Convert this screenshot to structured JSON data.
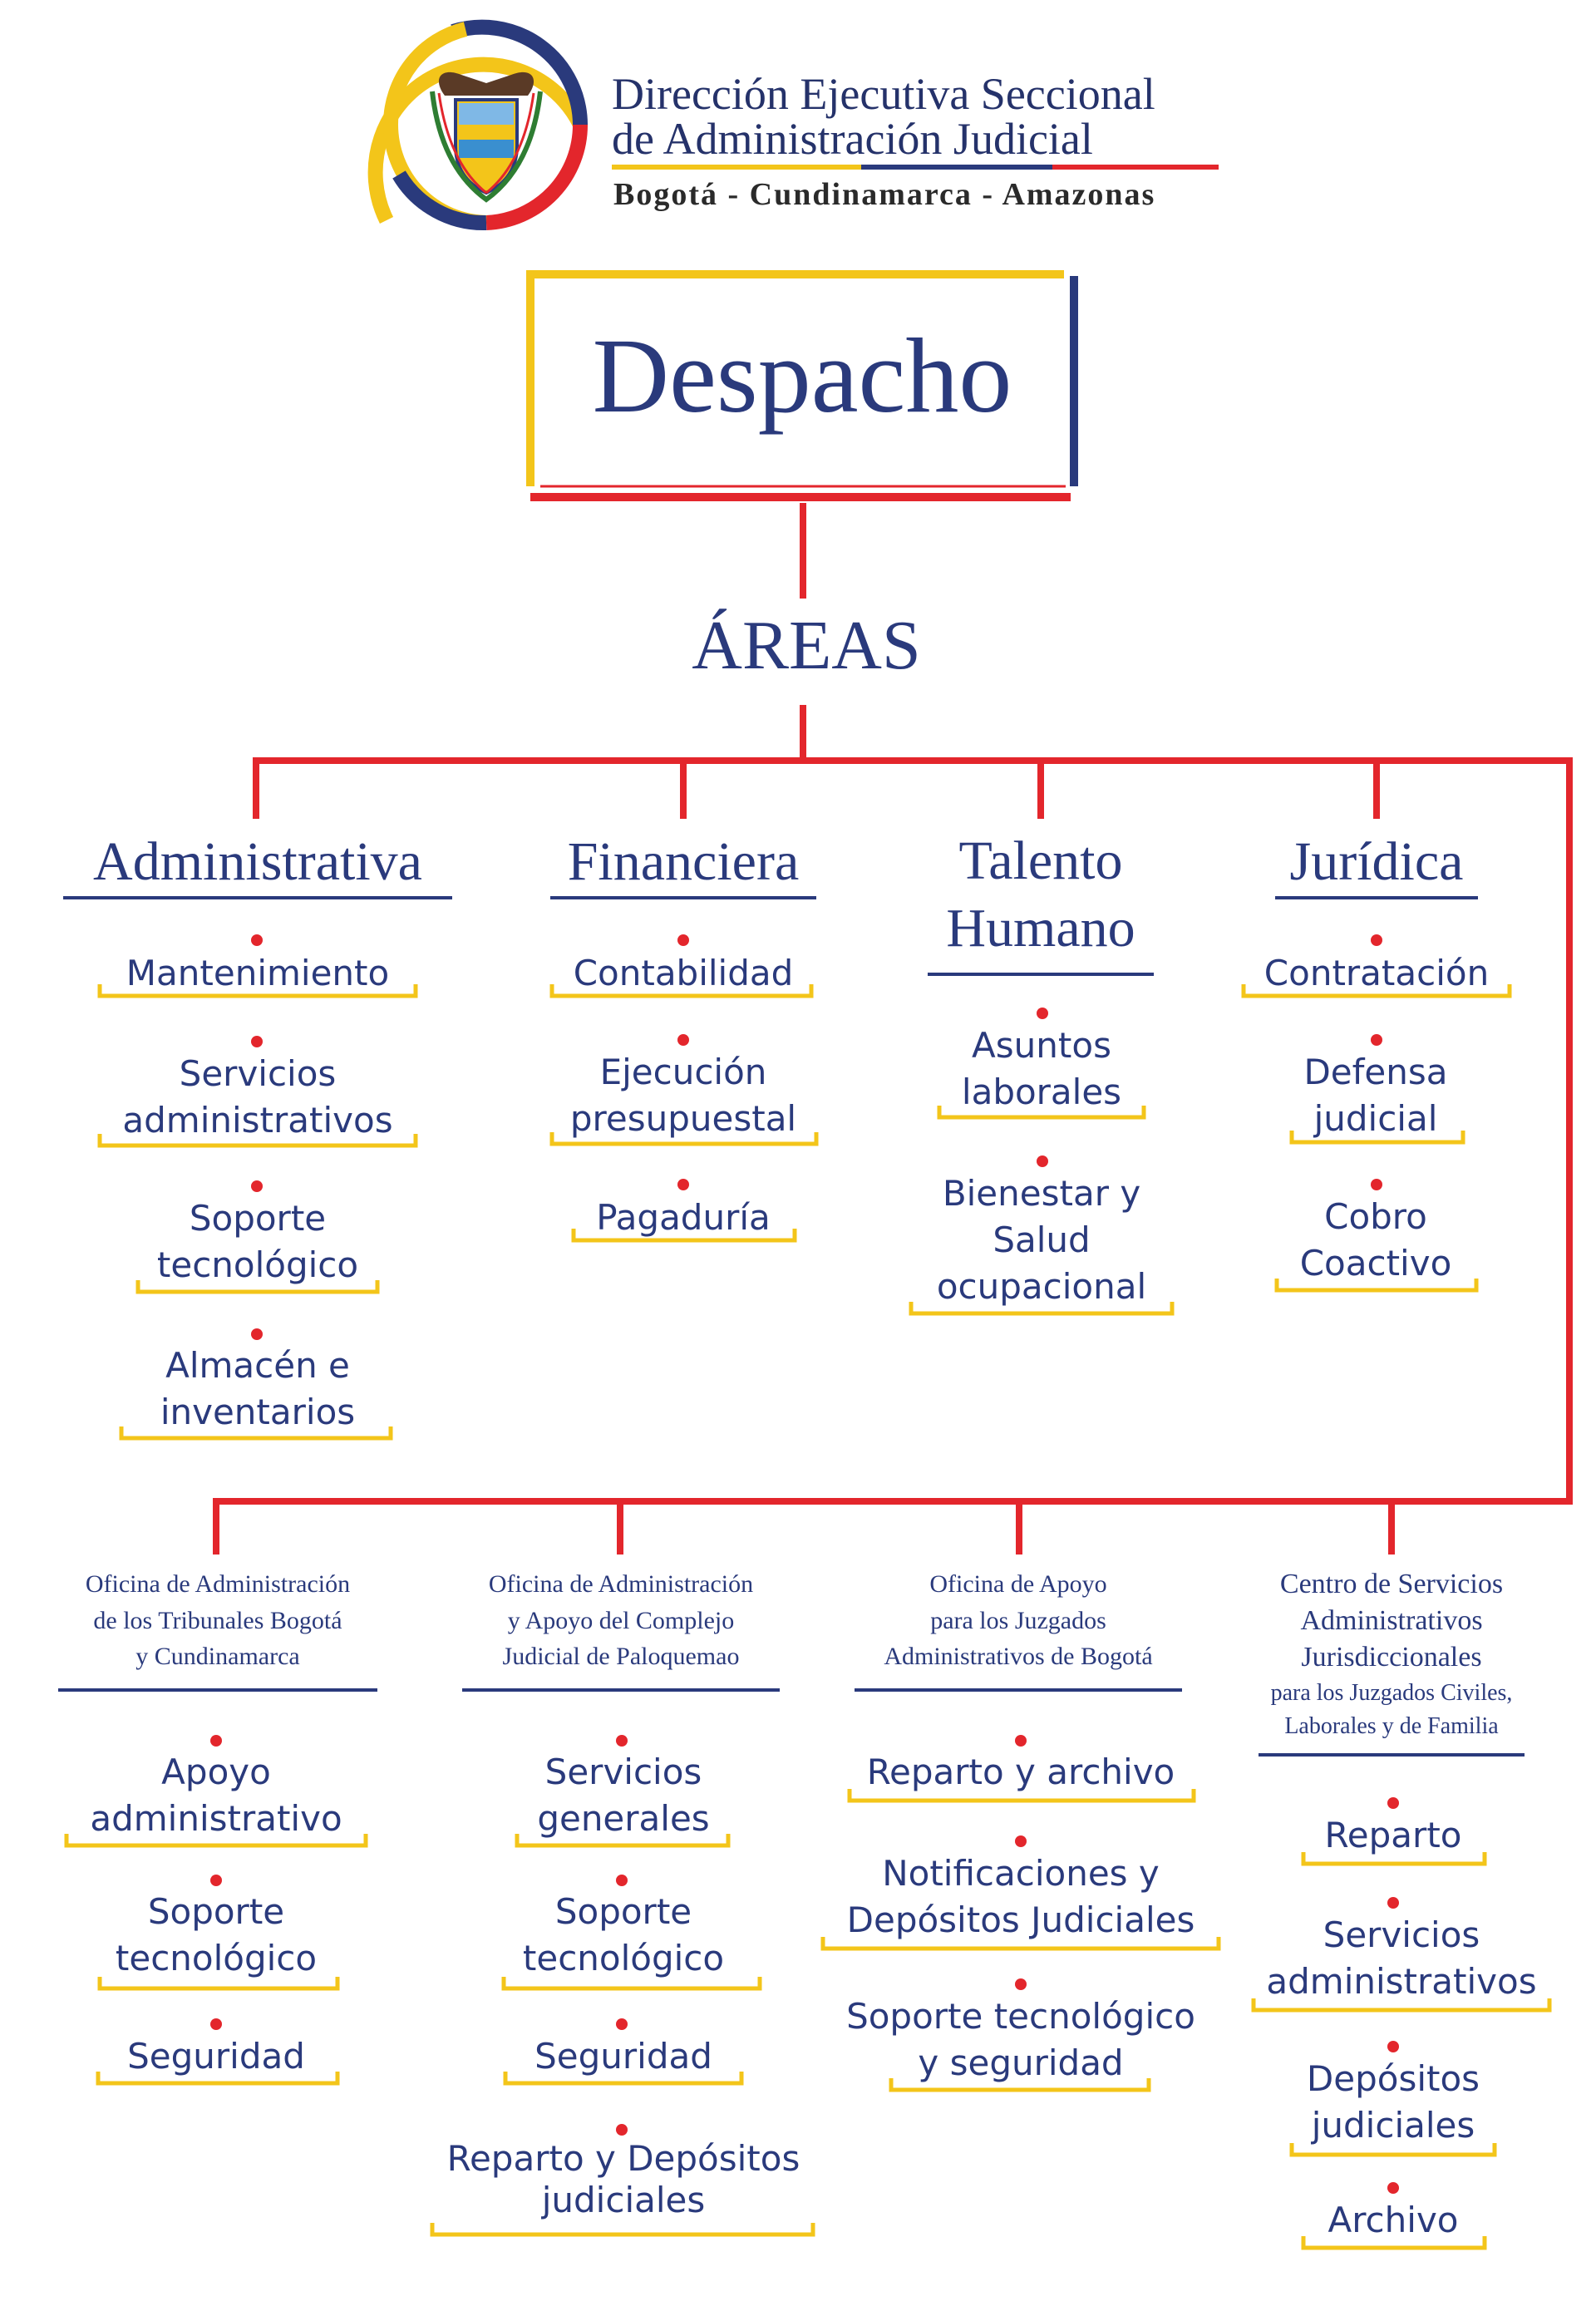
{
  "colors": {
    "red": "#e3262c",
    "blue": "#2a3a7c",
    "yellow": "#f3c51a",
    "dark": "#25326a"
  },
  "header": {
    "logo_icon": "coat-of-arms-icon",
    "title_line1": "Dirección Ejecutiva Seccional",
    "title_line2": "de Administración Judicial",
    "subtitle": "Bogotá - Cundinamarca - Amazonas"
  },
  "despacho": "Despacho",
  "areas_label": "ÁREAS",
  "areas": [
    {
      "name": "Administrativa",
      "items": [
        "Mantenimiento",
        "Servicios administrativos",
        "Soporte tecnológico",
        "Almacén e inventarios"
      ]
    },
    {
      "name": "Financiera",
      "items": [
        "Contabilidad",
        "Ejecución presupuestal",
        "Pagaduría"
      ]
    },
    {
      "name": "Talento Humano",
      "items": [
        "Asuntos laborales",
        "Bienestar y Salud ocupacional"
      ]
    },
    {
      "name": "Jurídica",
      "items": [
        "Contratación",
        "Defensa judicial",
        "Cobro Coactivo"
      ]
    }
  ],
  "offices": [
    {
      "name_lines": [
        "Oficina de Administración",
        "de los Tribunales Bogotá",
        "y Cundinamarca"
      ],
      "items": [
        "Apoyo administrativo",
        "Soporte tecnológico",
        "Seguridad"
      ]
    },
    {
      "name_lines": [
        "Oficina de Administración",
        "y Apoyo del Complejo",
        "Judicial de Paloquemao"
      ],
      "items": [
        "Servicios generales",
        "Soporte tecnológico",
        "Seguridad",
        "Reparto y Depósitos judiciales"
      ]
    },
    {
      "name_lines": [
        "Oficina de Apoyo",
        "para los Juzgados",
        "Administrativos de Bogotá"
      ],
      "items": [
        "Reparto y archivo",
        "Notificaciones y Depósitos Judiciales",
        "Soporte tecnológico y seguridad"
      ]
    },
    {
      "name_lines": [
        "Centro de Servicios",
        "Administrativos",
        "Jurisdiccionales",
        "para los Juzgados Civiles,",
        "Laborales y de Familia"
      ],
      "items": [
        "Reparto",
        "Servicios administrativos",
        "Depósitos judiciales",
        "Archivo"
      ]
    }
  ]
}
